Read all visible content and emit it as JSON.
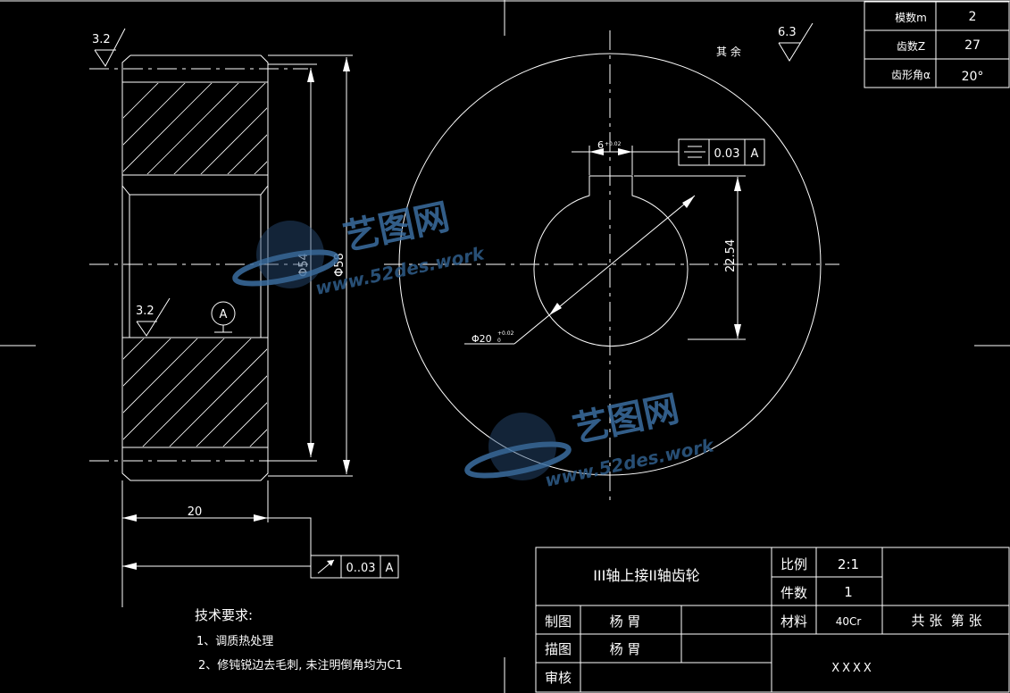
{
  "param_table": {
    "rows": [
      {
        "label": "模数m",
        "value": "2"
      },
      {
        "label": "齿数Z",
        "value": "27"
      },
      {
        "label": "齿形角α",
        "value": "20°"
      }
    ]
  },
  "roughness": {
    "top_left": "3.2",
    "top_right": "6.3",
    "bore": "3.2",
    "other_note": "其 余"
  },
  "datum": {
    "label": "A"
  },
  "dimensions": {
    "width": "20",
    "dia_54": "Φ54",
    "dia_58": "Φ58",
    "keyway_width": "6",
    "keyway_width_tol": "+0.02",
    "keyway_depth": "22.54",
    "bore_dia": "Φ20",
    "bore_dia_tol": "+0.02",
    "bore_dia_tol_low": "0"
  },
  "tolerances": {
    "symmetry": {
      "symbol": "symmetry-symbol",
      "value": "0.03",
      "datum": "A"
    },
    "runout": {
      "symbol": "runout-symbol",
      "value": "0..03",
      "datum": "A"
    }
  },
  "tech_requirements": {
    "title": "技术要求:",
    "items": [
      "1、调质热处理",
      "2、修钝锐边去毛刺, 未注明倒角均为C1"
    ]
  },
  "title_block": {
    "part_name": "III轴上接II轴齿轮",
    "scale_label": "比例",
    "scale_value": "2:1",
    "qty_label": "件数",
    "qty_value": "1",
    "material_label": "材料",
    "material_value": "40Cr",
    "sheets": "共 张  第 张",
    "drawn_label": "制图",
    "drawn_name": "杨 胃",
    "traced_label": "描图",
    "traced_name": "杨 胃",
    "checked_label": "审核",
    "drawing_no": "XXXX"
  },
  "watermark": {
    "brand_cn": "艺图网",
    "url": "www.52des.work"
  },
  "colors": {
    "background": "#000000",
    "line": "#ffffff",
    "watermark": "#3b6ea0"
  }
}
